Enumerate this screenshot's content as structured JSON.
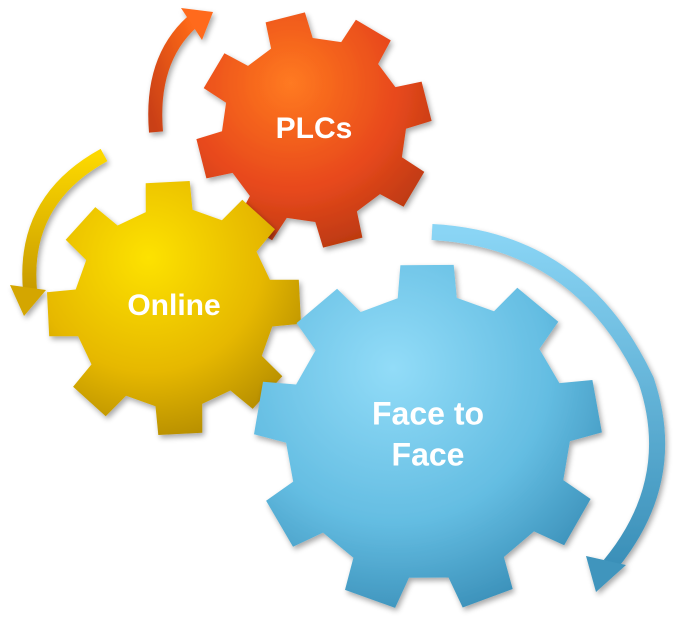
{
  "diagram": {
    "gears": [
      {
        "id": "plcs",
        "label_lines": [
          "PLCs"
        ],
        "color": "#e8491d",
        "color_light": "#ff6a1a",
        "color_dark": "#b8380f"
      },
      {
        "id": "online",
        "label_lines": [
          "Online"
        ],
        "color": "#e2b400",
        "color_light": "#fcd800",
        "color_dark": "#b38b00"
      },
      {
        "id": "face",
        "label_lines": [
          "Face to",
          "Face"
        ],
        "color": "#5bb5dc",
        "color_light": "#8ad5f5",
        "color_dark": "#3a8fb8"
      }
    ],
    "arrows": [
      {
        "id": "arrow-plcs",
        "color": "#e8491d"
      },
      {
        "id": "arrow-online",
        "color": "#e2b400"
      },
      {
        "id": "arrow-face",
        "color": "#5bb5dc"
      }
    ]
  }
}
